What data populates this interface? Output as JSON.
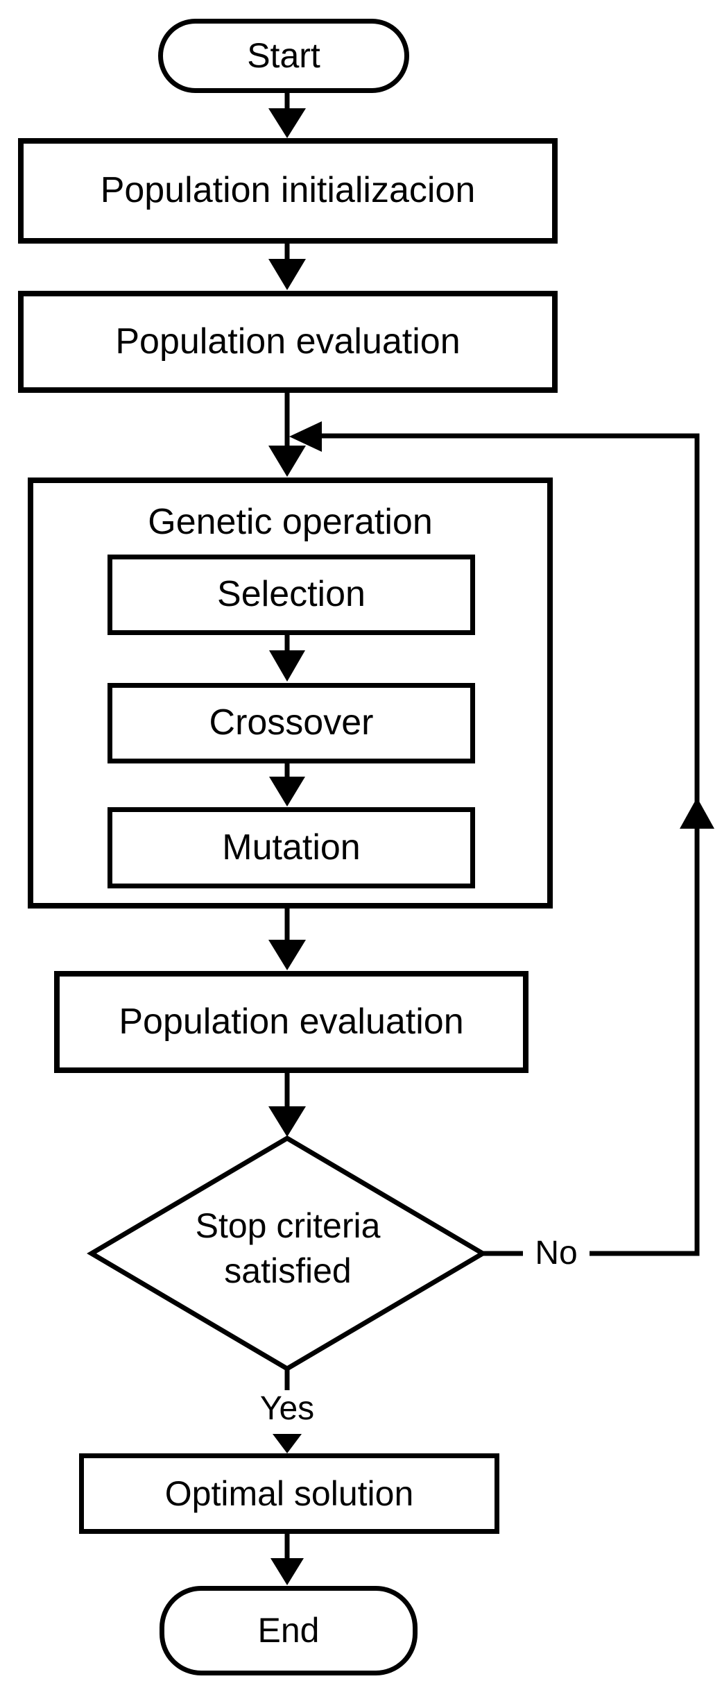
{
  "flowchart": {
    "nodes": {
      "start": "Start",
      "population_initialization": "Population initializacion",
      "population_evaluation_top": "Population evaluation",
      "genetic_operation": "Genetic operation",
      "selection": "Selection",
      "crossover": "Crossover",
      "mutation": "Mutation",
      "population_evaluation_bottom": "Population evaluation",
      "decision": {
        "line1": "Stop criteria",
        "line2": "satisfied"
      },
      "optimal_solution": "Optimal solution",
      "end": "End"
    },
    "edge_labels": {
      "no": "No",
      "yes": "Yes"
    },
    "colors": {
      "stroke": "#000000",
      "background": "#ffffff"
    }
  }
}
